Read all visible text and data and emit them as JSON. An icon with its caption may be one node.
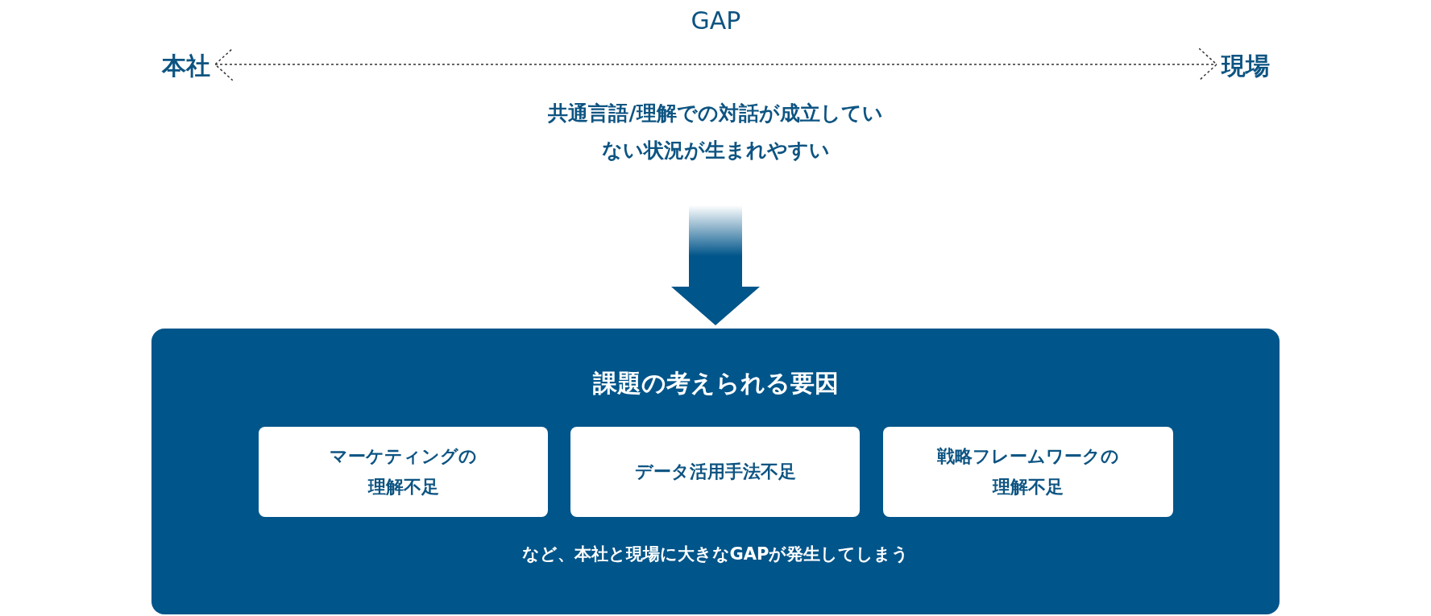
{
  "diagram": {
    "nodes": [
      {
        "text": [
          "本社"
        ]
      },
      {
        "text": [
          "現場"
        ]
      },
      {
        "text": [
          "共通言語/理解での対話が成立していない状況が生まれやすい"
        ]
      },
      {
        "text": [
          "課題の考えられる要因",
          "など、本社と現場に大きなGAPが発生してしまう"
        ]
      },
      {
        "text": [
          "マーケティングの理解不足"
        ],
        "in": 3
      },
      {
        "text": [
          "データ活用手法不足"
        ],
        "in": 3
      },
      {
        "text": [
          "戦略フレームワークの理解不足"
        ],
        "in": 3
      }
    ],
    "edges": [
      {
        "from": 0,
        "to": 1,
        "arrow": "both",
        "style": "dashed",
        "label": "GAP"
      },
      {
        "from": 2,
        "to": 3,
        "arrow": "to",
        "style": "thick"
      }
    ]
  }
}
